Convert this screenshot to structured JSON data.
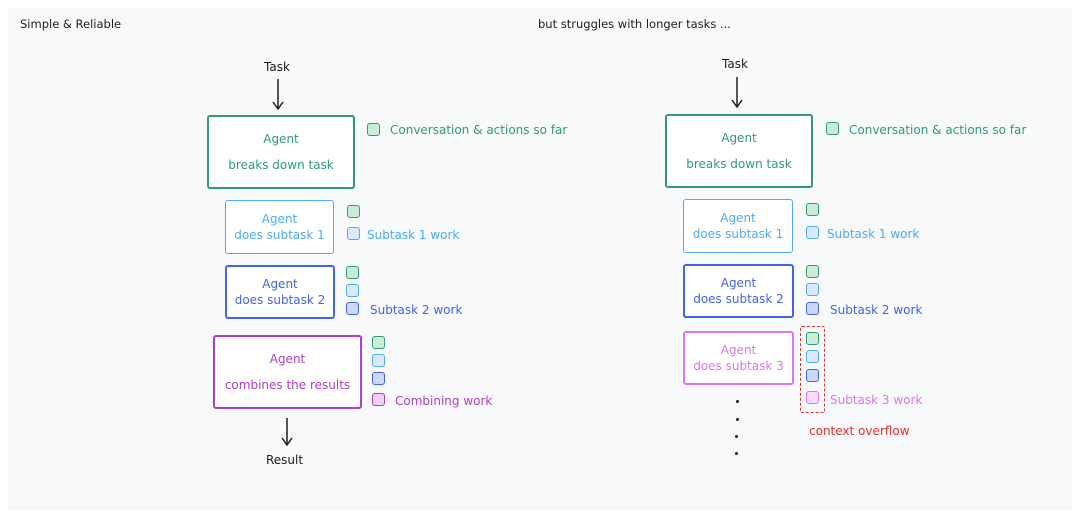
{
  "colors": {
    "green": "#2f9e6e",
    "green_fill": "#cdebd9",
    "light_blue": "#4dabf7",
    "light_blue_fill": "#dbeafe",
    "blue": "#4263eb",
    "blue_fill": "#cdd6fb",
    "purple": "#ae3ec9",
    "purple_fill": "#eecff5",
    "pink": "#da77f2",
    "pink_fill": "#f6defb",
    "red": "#e03131"
  },
  "left": {
    "heading": "Simple & Reliable",
    "task_label": "Task",
    "root_agent": {
      "line1": "Agent",
      "line2": "breaks down task"
    },
    "root_chip_label": "Conversation & actions so far",
    "subtask1_agent": {
      "line1": "Agent",
      "line2": "does subtask 1"
    },
    "subtask1_chip_label": "Subtask 1 work",
    "subtask2_agent": {
      "line1": "Agent",
      "line2": "does subtask 2"
    },
    "subtask2_chip_label": "Subtask 2 work",
    "combine_agent": {
      "line1": "Agent",
      "line2": "combines the results"
    },
    "combine_chip_label": "Combining work",
    "result_label": "Result"
  },
  "right": {
    "heading": "but struggles with longer tasks ...",
    "task_label": "Task",
    "root_agent": {
      "line1": "Agent",
      "line2": "breaks down task"
    },
    "root_chip_label": "Conversation & actions so far",
    "subtask1_agent": {
      "line1": "Agent",
      "line2": "does subtask 1"
    },
    "subtask1_chip_label": "Subtask 1 work",
    "subtask2_agent": {
      "line1": "Agent",
      "line2": "does subtask 2"
    },
    "subtask2_chip_label": "Subtask 2 work",
    "subtask3_agent": {
      "line1": "Agent",
      "line2": "does subtask 3"
    },
    "subtask3_chip_label": "Subtask 3 work",
    "overflow_label": "context overflow"
  }
}
